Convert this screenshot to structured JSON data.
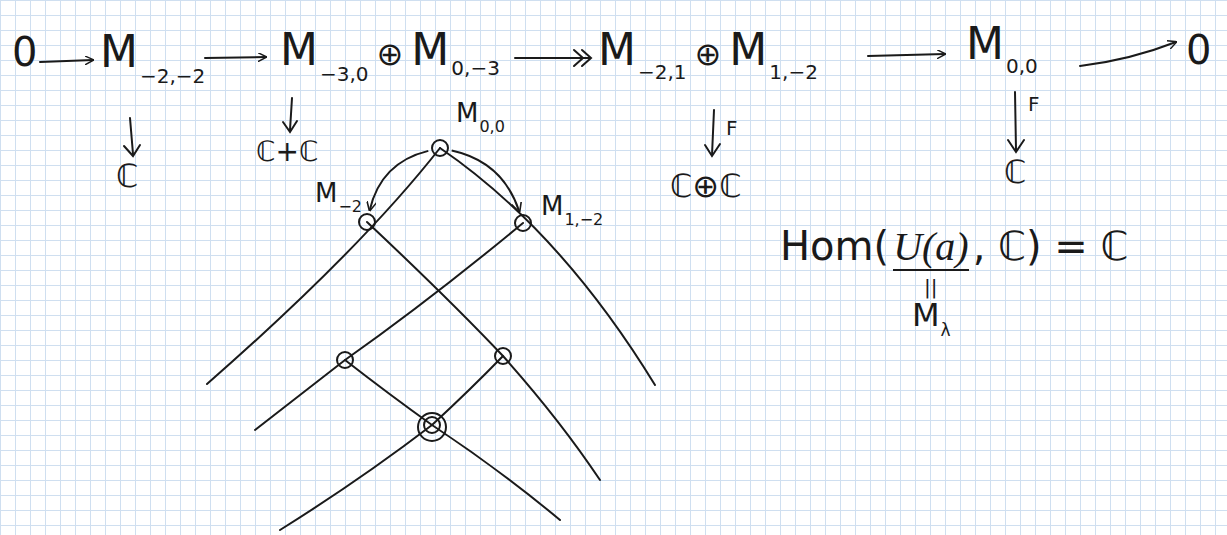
{
  "diagram": {
    "nodes": [
      {
        "text": [
          "M",
          "0,0"
        ]
      },
      {
        "text": [
          "M",
          "−2"
        ]
      },
      {
        "text": [
          "M",
          "1,−2"
        ]
      }
    ],
    "edges": [
      {
        "from": 0,
        "to": 1,
        "arrow": "to"
      },
      {
        "from": 0,
        "to": 2,
        "arrow": "to"
      }
    ],
    "labels": [
      "0",
      "M",
      "−2,−2",
      "M",
      "−3,0",
      "⊕",
      "M",
      "0,−3",
      "M",
      "−2,1",
      "⊕",
      "M",
      "1,−2",
      "M",
      "0,0",
      "0",
      "ℂ",
      "ℂ+ℂ",
      "F",
      "ℂ⊕ℂ",
      "F",
      "ℂ",
      "Hom(",
      "U(a)",
      ", ℂ) = ℂ",
      "||",
      "M",
      "λ"
    ]
  }
}
